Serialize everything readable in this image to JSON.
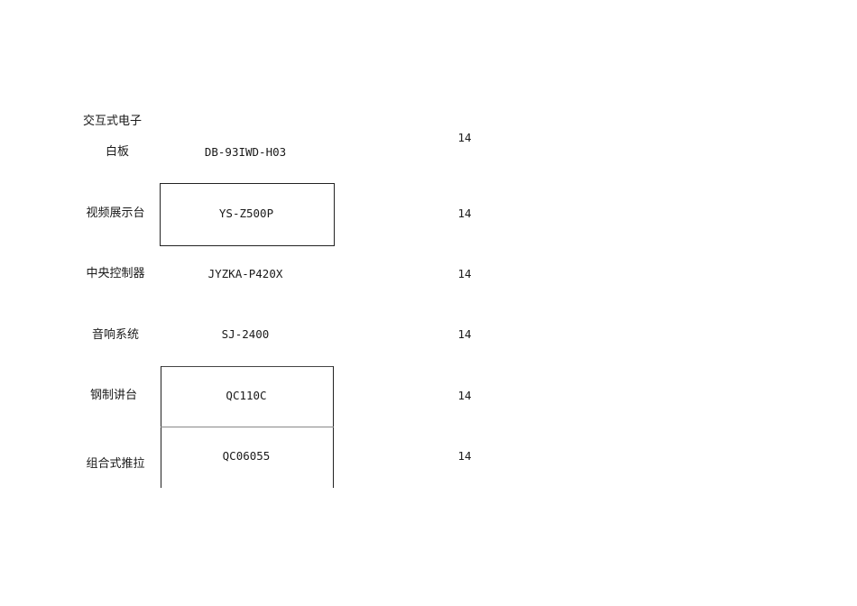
{
  "rows": [
    {
      "name_line1": "交互式电子",
      "name_line2": "白板",
      "model": "DB-93IWD-H03",
      "qty": "14"
    },
    {
      "name": "视频展示台",
      "model": "YS-Z500P",
      "qty": "14"
    },
    {
      "name": "中央控制器",
      "model": "JYZKA-P420X",
      "qty": "14"
    },
    {
      "name": "音响系统",
      "model": "SJ-2400",
      "qty": "14"
    },
    {
      "name": "钢制讲台",
      "model": "QC110C",
      "qty": "14"
    },
    {
      "name": "组合式推拉",
      "model": "QC06055",
      "qty": "14"
    }
  ]
}
